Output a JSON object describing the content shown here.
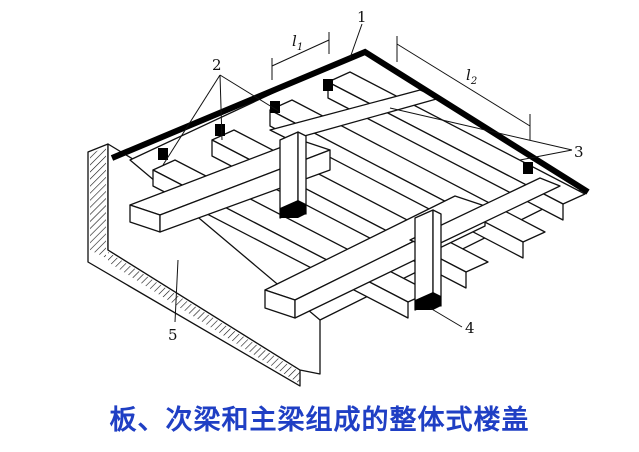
{
  "labels": {
    "slab": "1",
    "secondary_beams": "2",
    "main_beams": "3",
    "column": "4",
    "wall": "5"
  },
  "dimensions": {
    "l1": {
      "letter": "l",
      "sub": "1"
    },
    "l2": {
      "letter": "l",
      "sub": "2"
    }
  },
  "caption": "板、次梁和主梁组成的整体式楼盖",
  "colors": {
    "caption": "#1f3fc4",
    "line": "#111111"
  }
}
